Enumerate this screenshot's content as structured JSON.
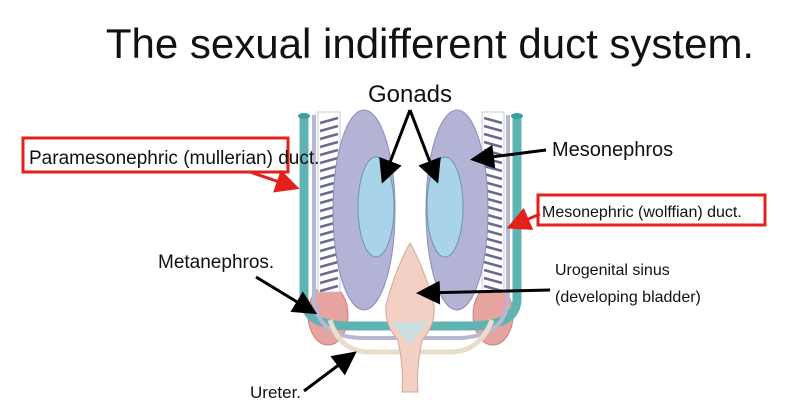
{
  "title": "The sexual indifferent duct system.",
  "labels": {
    "gonads": "Gonads",
    "mesonephros": "Mesonephros",
    "paramesonephric": "Paramesonephric (mullerian) duct.",
    "mesonephric": "Mesonephric (wolffian) duct.",
    "metanephros": "Metanephros.",
    "urogenital_line1": "Urogenital sinus",
    "urogenital_line2": "(developing bladder)",
    "ureter": "Ureter."
  },
  "colors": {
    "highlight": "#e3201b",
    "mesonephros": "#b3b3d6",
    "gonad": "#a9d3e8",
    "duct": "#5fb3b3",
    "bladder": "#f3cfc4",
    "metanephros": "#e6a3a0"
  }
}
